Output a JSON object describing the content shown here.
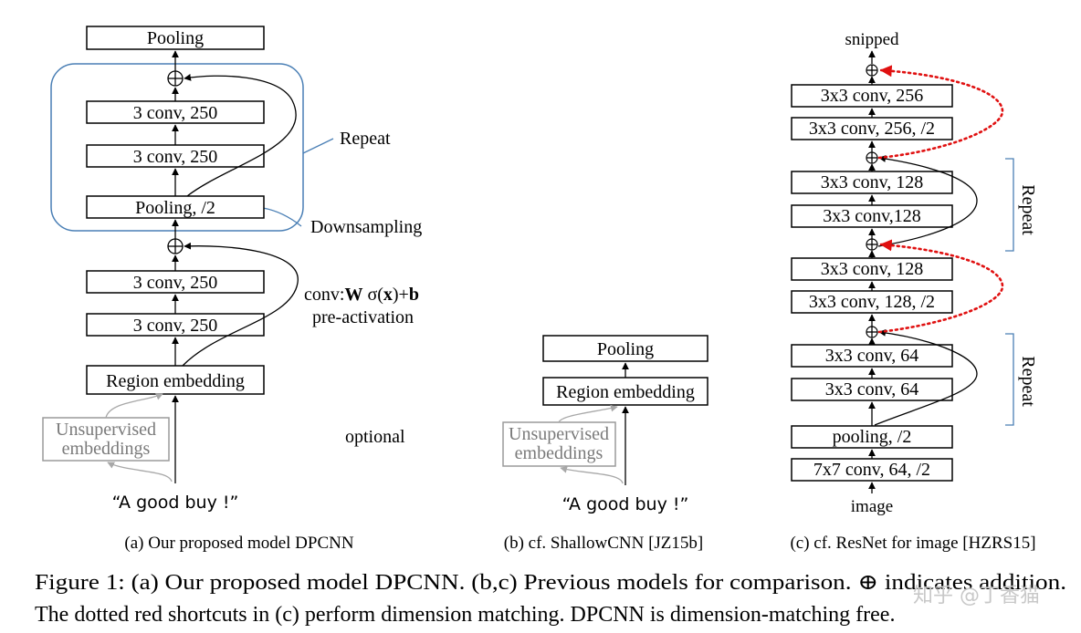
{
  "panel_a": {
    "pooling_top": "Pooling",
    "conv_upper_1": "3 conv, 250",
    "conv_upper_2": "3 conv, 250",
    "pooling_half": "Pooling, /2",
    "repeat_label": "Repeat",
    "downsampling_label": "Downsampling",
    "conv_lower_1": "3 conv, 250",
    "conv_lower_2": "3 conv, 250",
    "conv_formula_prefix": "conv:",
    "conv_formula_W": "W",
    "conv_formula_sigma": " σ(",
    "conv_formula_x": "x",
    "conv_formula_plus": ")+",
    "conv_formula_b": "b",
    "preactivation_label": "pre-activation",
    "region_embedding": "Region embedding",
    "unsup_line1": "Unsupervised",
    "unsup_line2": "embeddings",
    "optional_label": "optional",
    "input_text": "“A good buy !”",
    "caption": "(a)  Our proposed model DPCNN"
  },
  "panel_b": {
    "pooling": "Pooling",
    "region_embedding": "Region embedding",
    "unsup_line1": "Unsupervised",
    "unsup_line2": "embeddings",
    "input_text": "“A good buy !”",
    "caption": "(b)  cf. ShallowCNN [JZ15b]"
  },
  "panel_c": {
    "snipped": "snipped",
    "conv_256": "3x3 conv, 256",
    "conv_256_half": "3x3 conv, 256, /2",
    "conv_128_a": "3x3 conv, 128",
    "conv_128_b": "3x3 conv,128",
    "conv_128_c": "3x3 conv, 128",
    "conv_128_half": "3x3 conv, 128, /2",
    "conv_64_a": "3x3 conv, 64",
    "conv_64_b": "3x3 conv, 64",
    "pooling_half": "pooling, /2",
    "conv_7x7": "7x7 conv, 64, /2",
    "image": "image",
    "repeat_upper": "Repeat",
    "repeat_lower": "Repeat",
    "caption": "(c)  cf. ResNet for image [HZRS15]"
  },
  "figure_caption": {
    "line1": "Figure 1:  (a) Our proposed model DPCNN. (b,c) Previous models for comparison. ⊕ indicates addition.",
    "line2": "The dotted red shortcuts in (c) perform dimension matching. DPCNN is dimension-matching free."
  },
  "watermark": "知乎 @丁香猫",
  "colors": {
    "repeat_region": "#4a7fb5",
    "dimension_shortcut": "#e01010",
    "unsupervised": "#9a9a9a"
  }
}
